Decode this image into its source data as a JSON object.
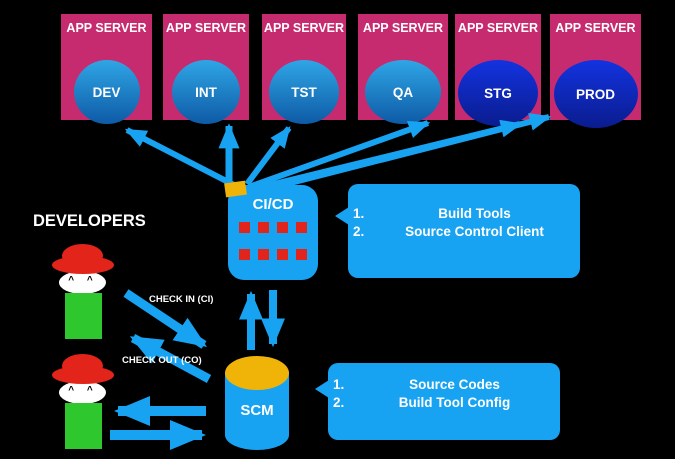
{
  "app_servers": [
    {
      "title": "APP SERVER",
      "env": "DEV"
    },
    {
      "title": "APP SERVER",
      "env": "INT"
    },
    {
      "title": "APP SERVER",
      "env": "TST"
    },
    {
      "title": "APP SERVER",
      "env": "QA"
    },
    {
      "title": "APP SERVER",
      "env": "STG"
    },
    {
      "title": "APP SERVER",
      "env": "PROD"
    }
  ],
  "cicd": {
    "label": "CI/CD"
  },
  "scm": {
    "label": "SCM"
  },
  "developers": {
    "heading": "DEVELOPERS",
    "eyes": "^ ^"
  },
  "flows": {
    "check_in": "CHECK IN (CI)",
    "check_out": "CHECK OUT (CO)"
  },
  "build_tools_bubble": {
    "item1_num": "1.",
    "item1_text": "Build Tools",
    "item2_num": "2.",
    "item2_text": "Source Control Client"
  },
  "source_codes_bubble": {
    "item1_num": "1.",
    "item1_text": "Source Codes",
    "item2_num": "2.",
    "item2_text": "Build Tool Config"
  },
  "colors": {
    "background": "#000000",
    "app_box_pink": "#C72B6F",
    "accent_blue": "#18A3F2",
    "circle_light_top": "#2FA6E6",
    "circle_light_bottom": "#0E5AA6",
    "circle_dark_top": "#1333E0",
    "circle_dark_bottom": "#0A1C8E",
    "yellow": "#F0B409",
    "red": "#E2251C",
    "green": "#2EC72E",
    "text_white": "#FFFFFF"
  }
}
